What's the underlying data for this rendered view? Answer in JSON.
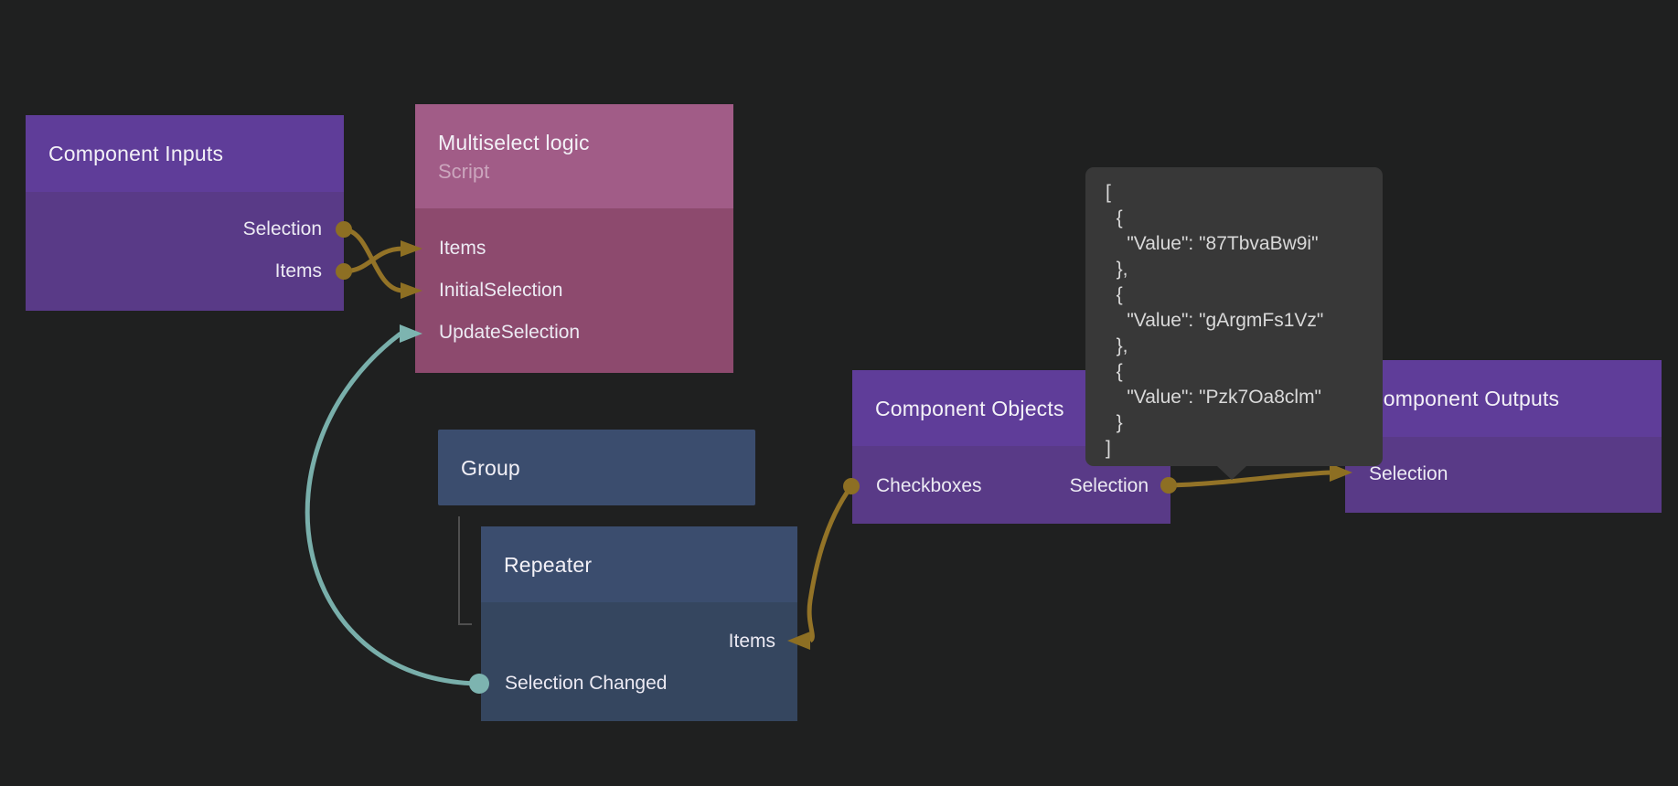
{
  "canvas": {
    "background": "#1f2020"
  },
  "colors": {
    "wire_gold": "#937327",
    "port_gold": "#8d6f23",
    "wire_teal": "#79afab",
    "port_teal": "#7db4b0",
    "connector_gray": "#4f4f4f",
    "purple_header": "#5f3d99",
    "purple_body": "#593a87",
    "rose_header": "#a15c87",
    "rose_body": "#8d4a6e",
    "slate_header": "#3b4d6e",
    "slate_body": "#35465f",
    "tooltip_bg": "#383838"
  },
  "nodes": {
    "component_inputs": {
      "title": "Component Inputs",
      "ports": {
        "selection": "Selection",
        "items": "Items"
      }
    },
    "multiselect_logic": {
      "title": "Multiselect logic",
      "subtitle": "Script",
      "ports": {
        "items": "Items",
        "initial_selection": "InitialSelection",
        "update_selection": "UpdateSelection"
      }
    },
    "group": {
      "title": "Group"
    },
    "repeater": {
      "title": "Repeater",
      "ports": {
        "items": "Items",
        "selection_changed": "Selection Changed"
      }
    },
    "component_objects": {
      "title": "Component Objects",
      "ports": {
        "checkboxes": "Checkboxes",
        "selection": "Selection"
      }
    },
    "component_outputs": {
      "title": "Component Outputs",
      "ports": {
        "selection": "Selection"
      }
    }
  },
  "tooltip": {
    "text": "[\n  {\n    \"Value\": \"87TbvaBw9i\"\n  },\n  {\n    \"Value\": \"gArgmFs1Vz\"\n  },\n  {\n    \"Value\": \"Pzk7Oa8clm\"\n  }\n]"
  }
}
